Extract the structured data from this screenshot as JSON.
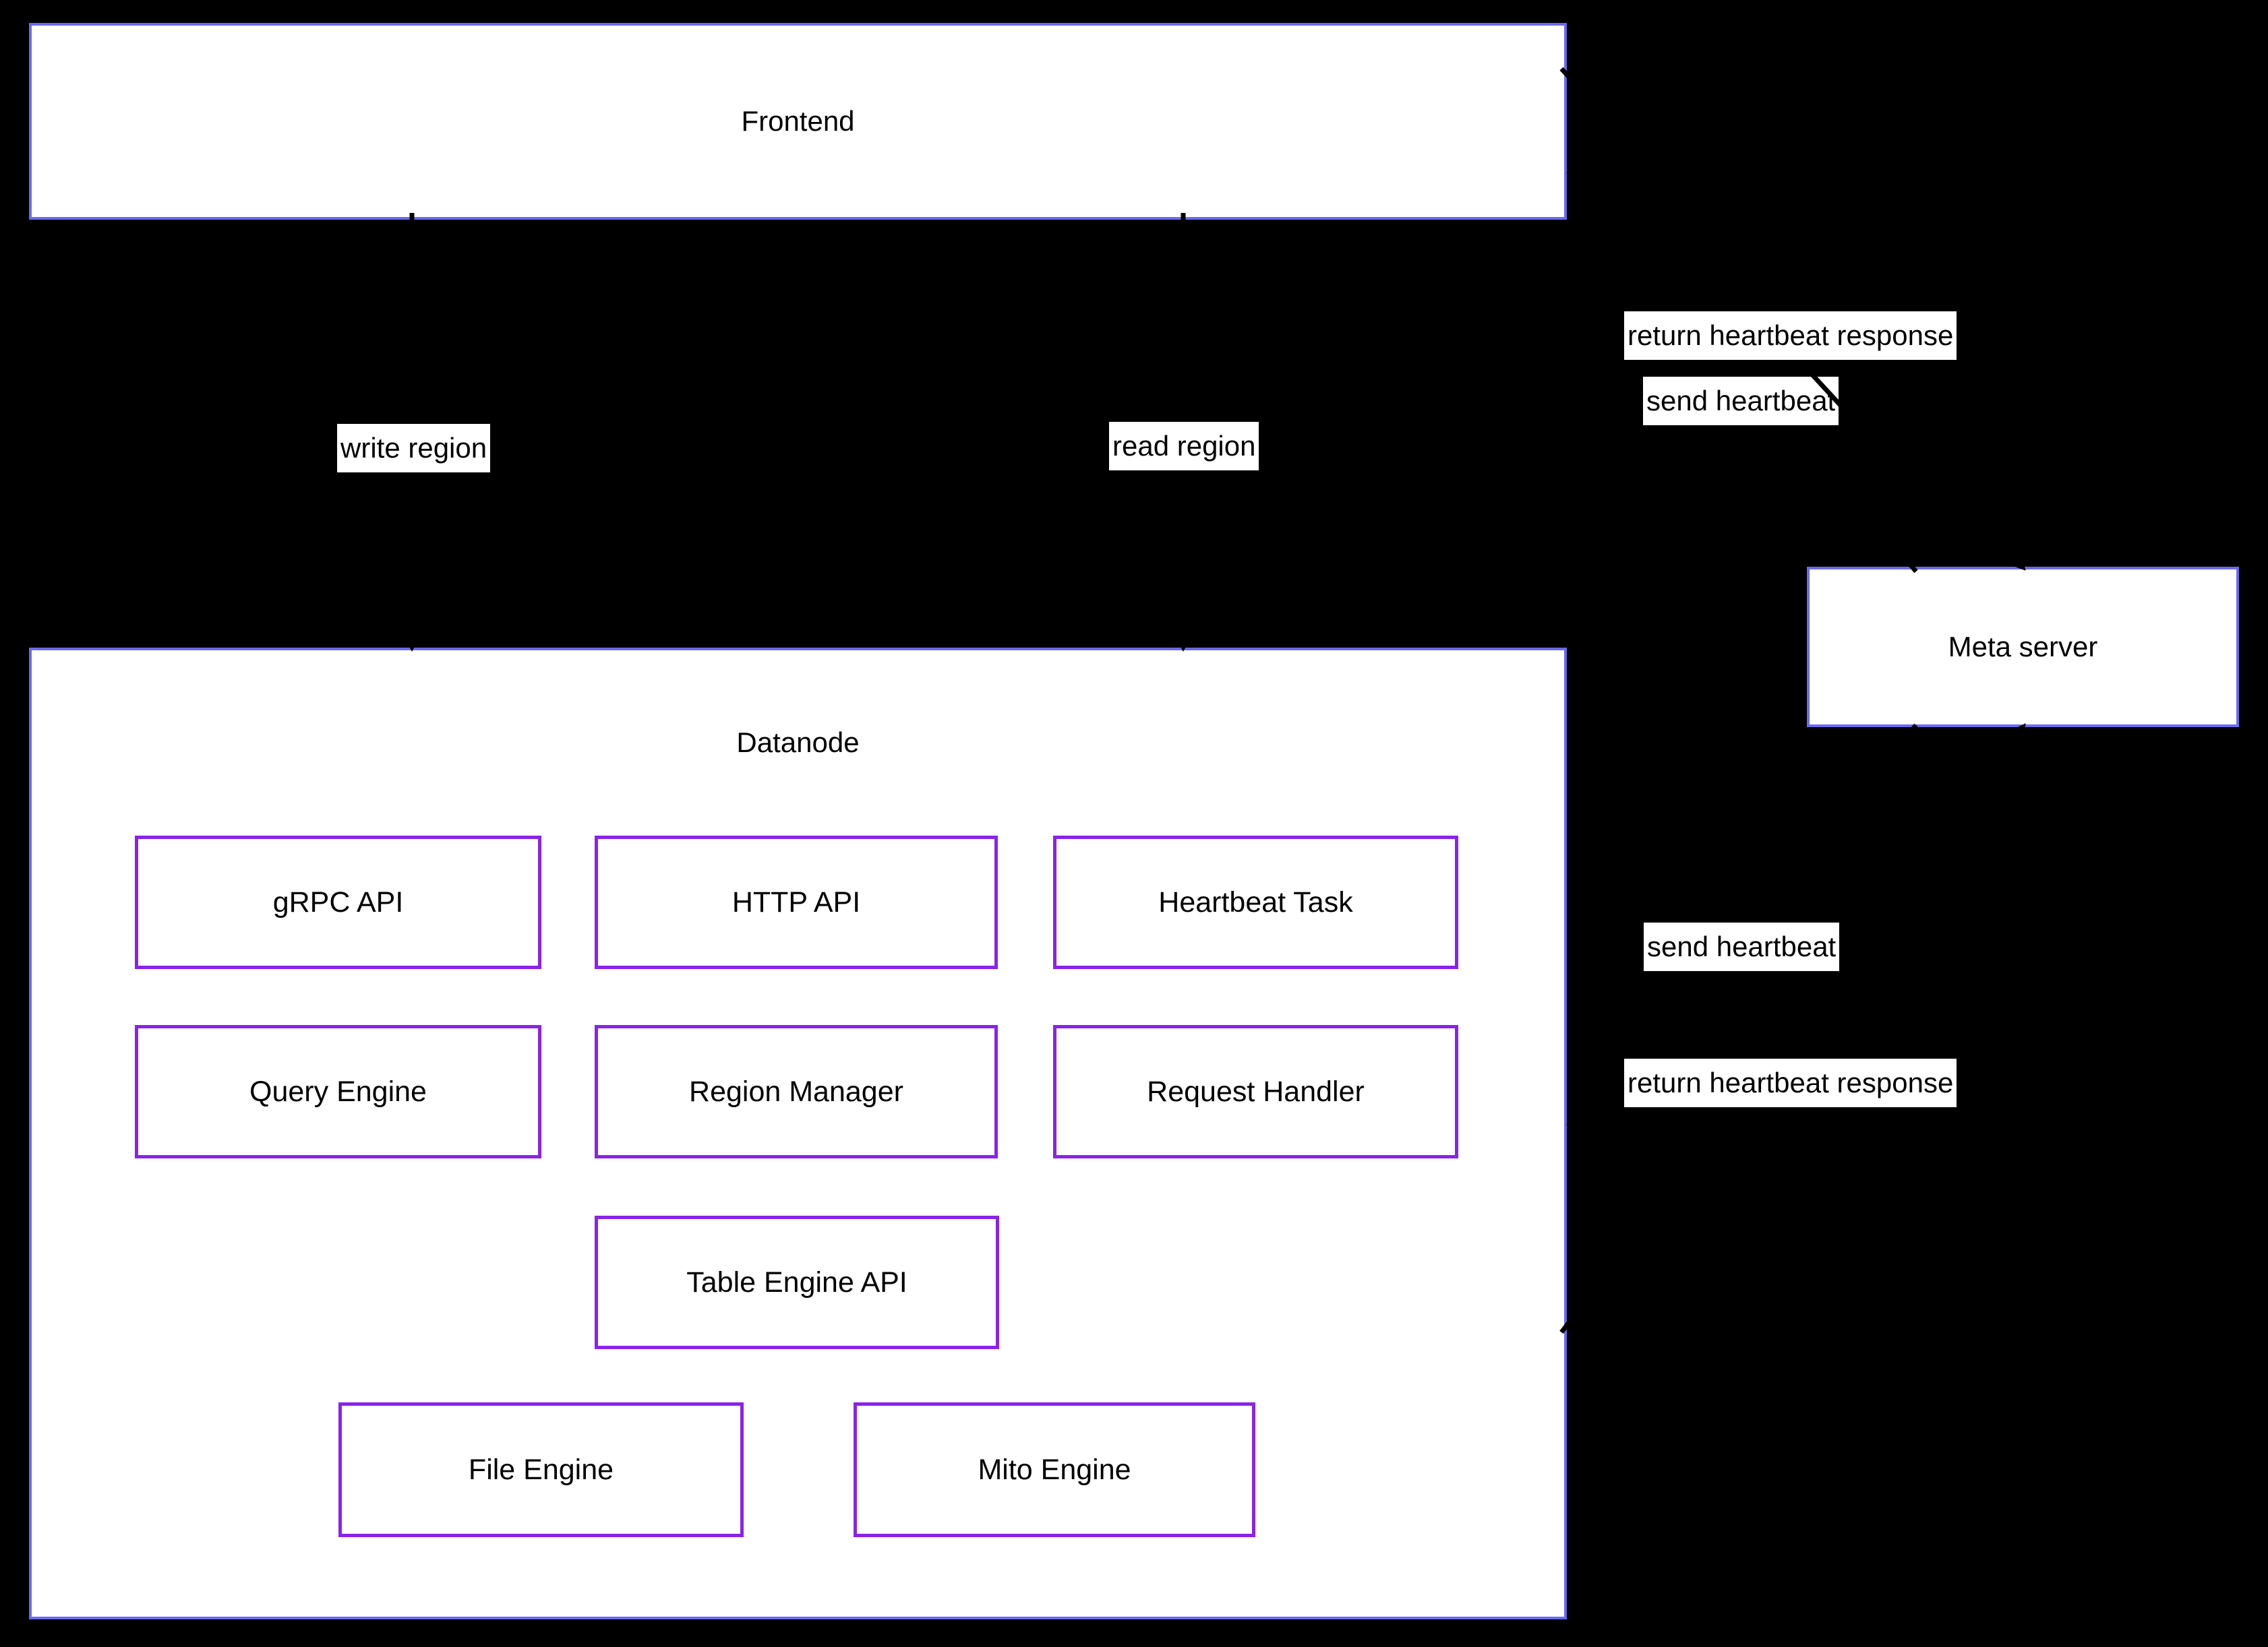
{
  "colors": {
    "background": "#000000",
    "node_fill": "#ffffff",
    "outer_node_border": "#6a6af0",
    "inner_node_border": "#8a23e9",
    "text": "#000000",
    "edge_label_background": "#ffffff",
    "arrow": "#000000"
  },
  "nodes": {
    "frontend": {
      "label": "Frontend"
    },
    "meta_server": {
      "label": "Meta server"
    },
    "datanode": {
      "label": "Datanode",
      "components": [
        {
          "label": "gRPC API"
        },
        {
          "label": "HTTP API"
        },
        {
          "label": "Heartbeat Task"
        },
        {
          "label": "Query Engine"
        },
        {
          "label": "Region Manager"
        },
        {
          "label": "Request Handler"
        },
        {
          "label": "Table Engine API"
        },
        {
          "label": "File Engine"
        },
        {
          "label": "Mito Engine"
        }
      ]
    }
  },
  "edges": {
    "write_region": {
      "label": "write region",
      "from": "Frontend",
      "to": "Datanode"
    },
    "read_region": {
      "label": "read region",
      "from": "Frontend",
      "to": "Datanode"
    },
    "frontend_send_heartbeat": {
      "label": "send heartbeat",
      "from": "Frontend",
      "to": "Meta server"
    },
    "frontend_return_heartbeat": {
      "label": "return heartbeat response",
      "from": "Meta server",
      "to": "Frontend"
    },
    "datanode_send_heartbeat": {
      "label": "send heartbeat",
      "from": "Datanode",
      "to": "Meta server"
    },
    "datanode_return_heartbeat": {
      "label": "return heartbeat response",
      "from": "Meta server",
      "to": "Datanode"
    }
  }
}
